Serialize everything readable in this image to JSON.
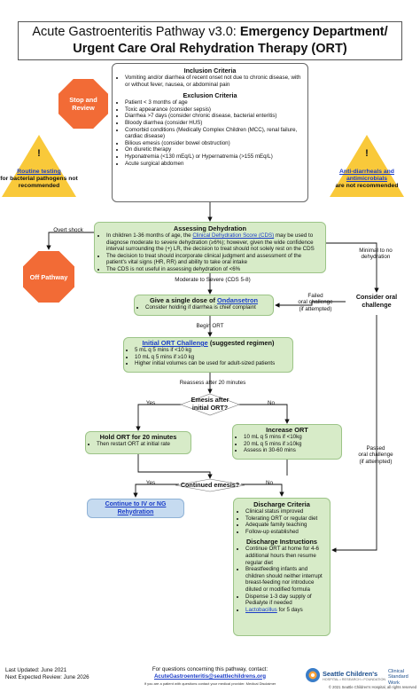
{
  "title": {
    "line1_plain": "Acute Gastroenteritis Pathway v3.0: ",
    "line1_bold": "Emergency Department/",
    "line2_bold": "Urgent Care Oral Rehydration Therapy (ORT)"
  },
  "stop_review": {
    "line1": "Stop and",
    "line2": "Review"
  },
  "inclusion": {
    "heading": "Inclusion Criteria",
    "items": [
      "Vomiting and/or diarrhea of recent onset not due to chronic disease, with or without fever, nausea, or abdominal pain"
    ]
  },
  "exclusion": {
    "heading": "Exclusion Criteria",
    "items": [
      "Patient < 3 months of age",
      "Toxic appearance (consider sepsis)",
      "Diarrhea >7 days (consider chronic disease, bacterial enteritis)",
      "Bloody diarrhea (consider HUS)",
      "Comorbid conditions (Medically Complex Children (MCC), renal failure, cardiac disease)",
      "Bilious emesis (consider bowel obstruction)",
      "On diuretic therapy",
      "Hyponatremia (<130 mEq/L) or Hypernatremia (>155 mEq/L)",
      "Acute surgical abdomen"
    ]
  },
  "warnings": {
    "symbol": "!",
    "left": {
      "link": "Routine testing",
      "text": "for bacterial pathogens not recommended"
    },
    "right": {
      "link": "Anti-diarrheals and antimicrobials",
      "text": "are not recommended"
    }
  },
  "assessing": {
    "heading": "Assessing Dehydration",
    "item1_pre": "In children 1-36 months of age, the ",
    "item1_link": "Clinical Dehydration Score (CDS)",
    "item1_post": " may be used to diagnose moderate to severe dehydration (≥6%); however, given the wide confidence interval surrounding the (+) LR, the decision to treat should not solely rest on the CDS",
    "item2": "The decision to treat should incorporate clinical judgment and assessment of the patient's vital signs (HR, RR) and ability to take oral intake",
    "item3": "The CDS is not useful in assessing dehydration of <6%"
  },
  "off_pathway": "Off Pathway",
  "labels": {
    "overt_shock": "Overt shock",
    "minimal_line1": "Minimal to no",
    "minimal_line2": "dehydration",
    "moderate_severe": "Moderate to Severe (CDS 5-8)",
    "failed_line1": "Failed",
    "failed_line2": "oral challenge",
    "failed_line3": "(if attempted)",
    "begin_ort": "Begin ORT",
    "reassess": "Reassess after 20 minutes",
    "yes_1": "Yes",
    "no_1": "No",
    "yes_2": "Yes",
    "no_2": "No",
    "passed_line1": "Passed",
    "passed_line2": "oral challenge",
    "passed_line3": "(if attempted)"
  },
  "consider_oral": {
    "line1": "Consider oral",
    "line2": "challenge"
  },
  "ondansetron": {
    "heading_pre": "Give a single dose of ",
    "heading_link": "Ondansetron",
    "item": "Consider holding if diarrhea is chief complaint"
  },
  "initial_ort": {
    "heading_link": "Initial ORT Challenge",
    "heading_post": " (suggested regimen)",
    "items": [
      "5 mL q 5 mins if <10 kg",
      "10 mL q 5 mins if ≥10 kg",
      "Higher initial volumes can be used for adult-sized patients"
    ]
  },
  "emesis_decision": {
    "line1": "Emesis after",
    "line2": "initial ORT?"
  },
  "hold_ort": {
    "heading": "Hold ORT for 20 minutes",
    "item": "Then restart ORT at initial rate"
  },
  "increase_ort": {
    "heading": "Increase ORT",
    "items": [
      "10 mL q 5 mins if <10kg",
      "20 mL q 5 mins if ≥10kg",
      "Assess in 30-60 mins"
    ]
  },
  "continued_emesis": "Continued emesis?",
  "iv_ng": {
    "line1": "Continue to IV or NG",
    "line2": "Rehydration"
  },
  "discharge": {
    "heading": "Discharge Criteria",
    "criteria": [
      "Clinical status improved",
      "Tolerating ORT or regular diet",
      "Adequate family teaching",
      "Follow-up established"
    ],
    "instructions_heading": "Discharge Instructions",
    "instructions": [
      "Continue ORT at home for 4-6 additional hours then resume regular diet",
      "Breastfeeding infants and children should neither interrupt breast-feeding nor introduce diluted or modified formula",
      "Dispense 1-3 day supply of Pedialyte if needed"
    ],
    "lacto_link": "Lactobacillus",
    "lacto_post": " for 5 days"
  },
  "footer": {
    "last_updated": "Last Updated: June 2021",
    "next_review": "Next Expected Review: June 2026",
    "questions": "For questions concerning this pathway, contact:",
    "email": "AcuteGastroenteritis@seattlechildrens.org",
    "disclaimer": "If you are a patient with questions contact your medical provider. Medical Disclaimer",
    "logo_name": "Seattle Children's",
    "logo_tag": "HOSPITAL • RESEARCH • FOUNDATION",
    "clinical_1": "Clinical",
    "clinical_2": "Standard Work",
    "copyright": "© 2021 Seattle Children's Hospital, all rights reserved"
  },
  "colors": {
    "green_fill": "#d7ebc8",
    "blue_fill": "#c6dbf0",
    "octagon": "#f26b36",
    "warning": "#f9c93a",
    "link": "#1a3cc7"
  }
}
